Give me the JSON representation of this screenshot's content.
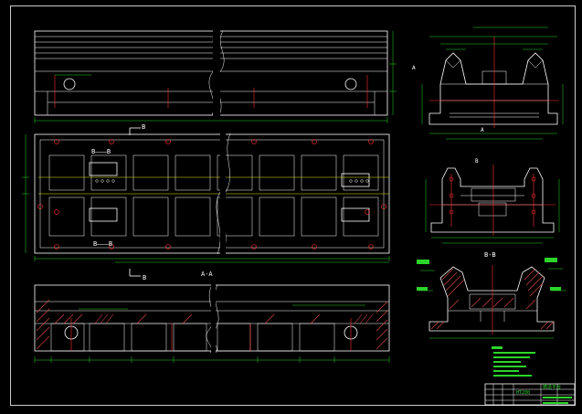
{
  "section_labels": {
    "front_cut_mark": "B",
    "bb_view_top": "B———B",
    "bb_view_bottom": "B———B",
    "plan_cut_mark_bottom": "B",
    "section_aa": "A-A",
    "section_bb": "B-B",
    "right_view_a": "A",
    "right_view_b": "A",
    "left_view": "B"
  },
  "title_block": {
    "material": "HT200",
    "name": "铸造平台"
  },
  "colors": {
    "background": "#000000",
    "frame": "#ffffff",
    "dimension": "#2bd42b",
    "centerline": "#ff3030",
    "hatch": "#e04848",
    "note": "#e8e800"
  }
}
